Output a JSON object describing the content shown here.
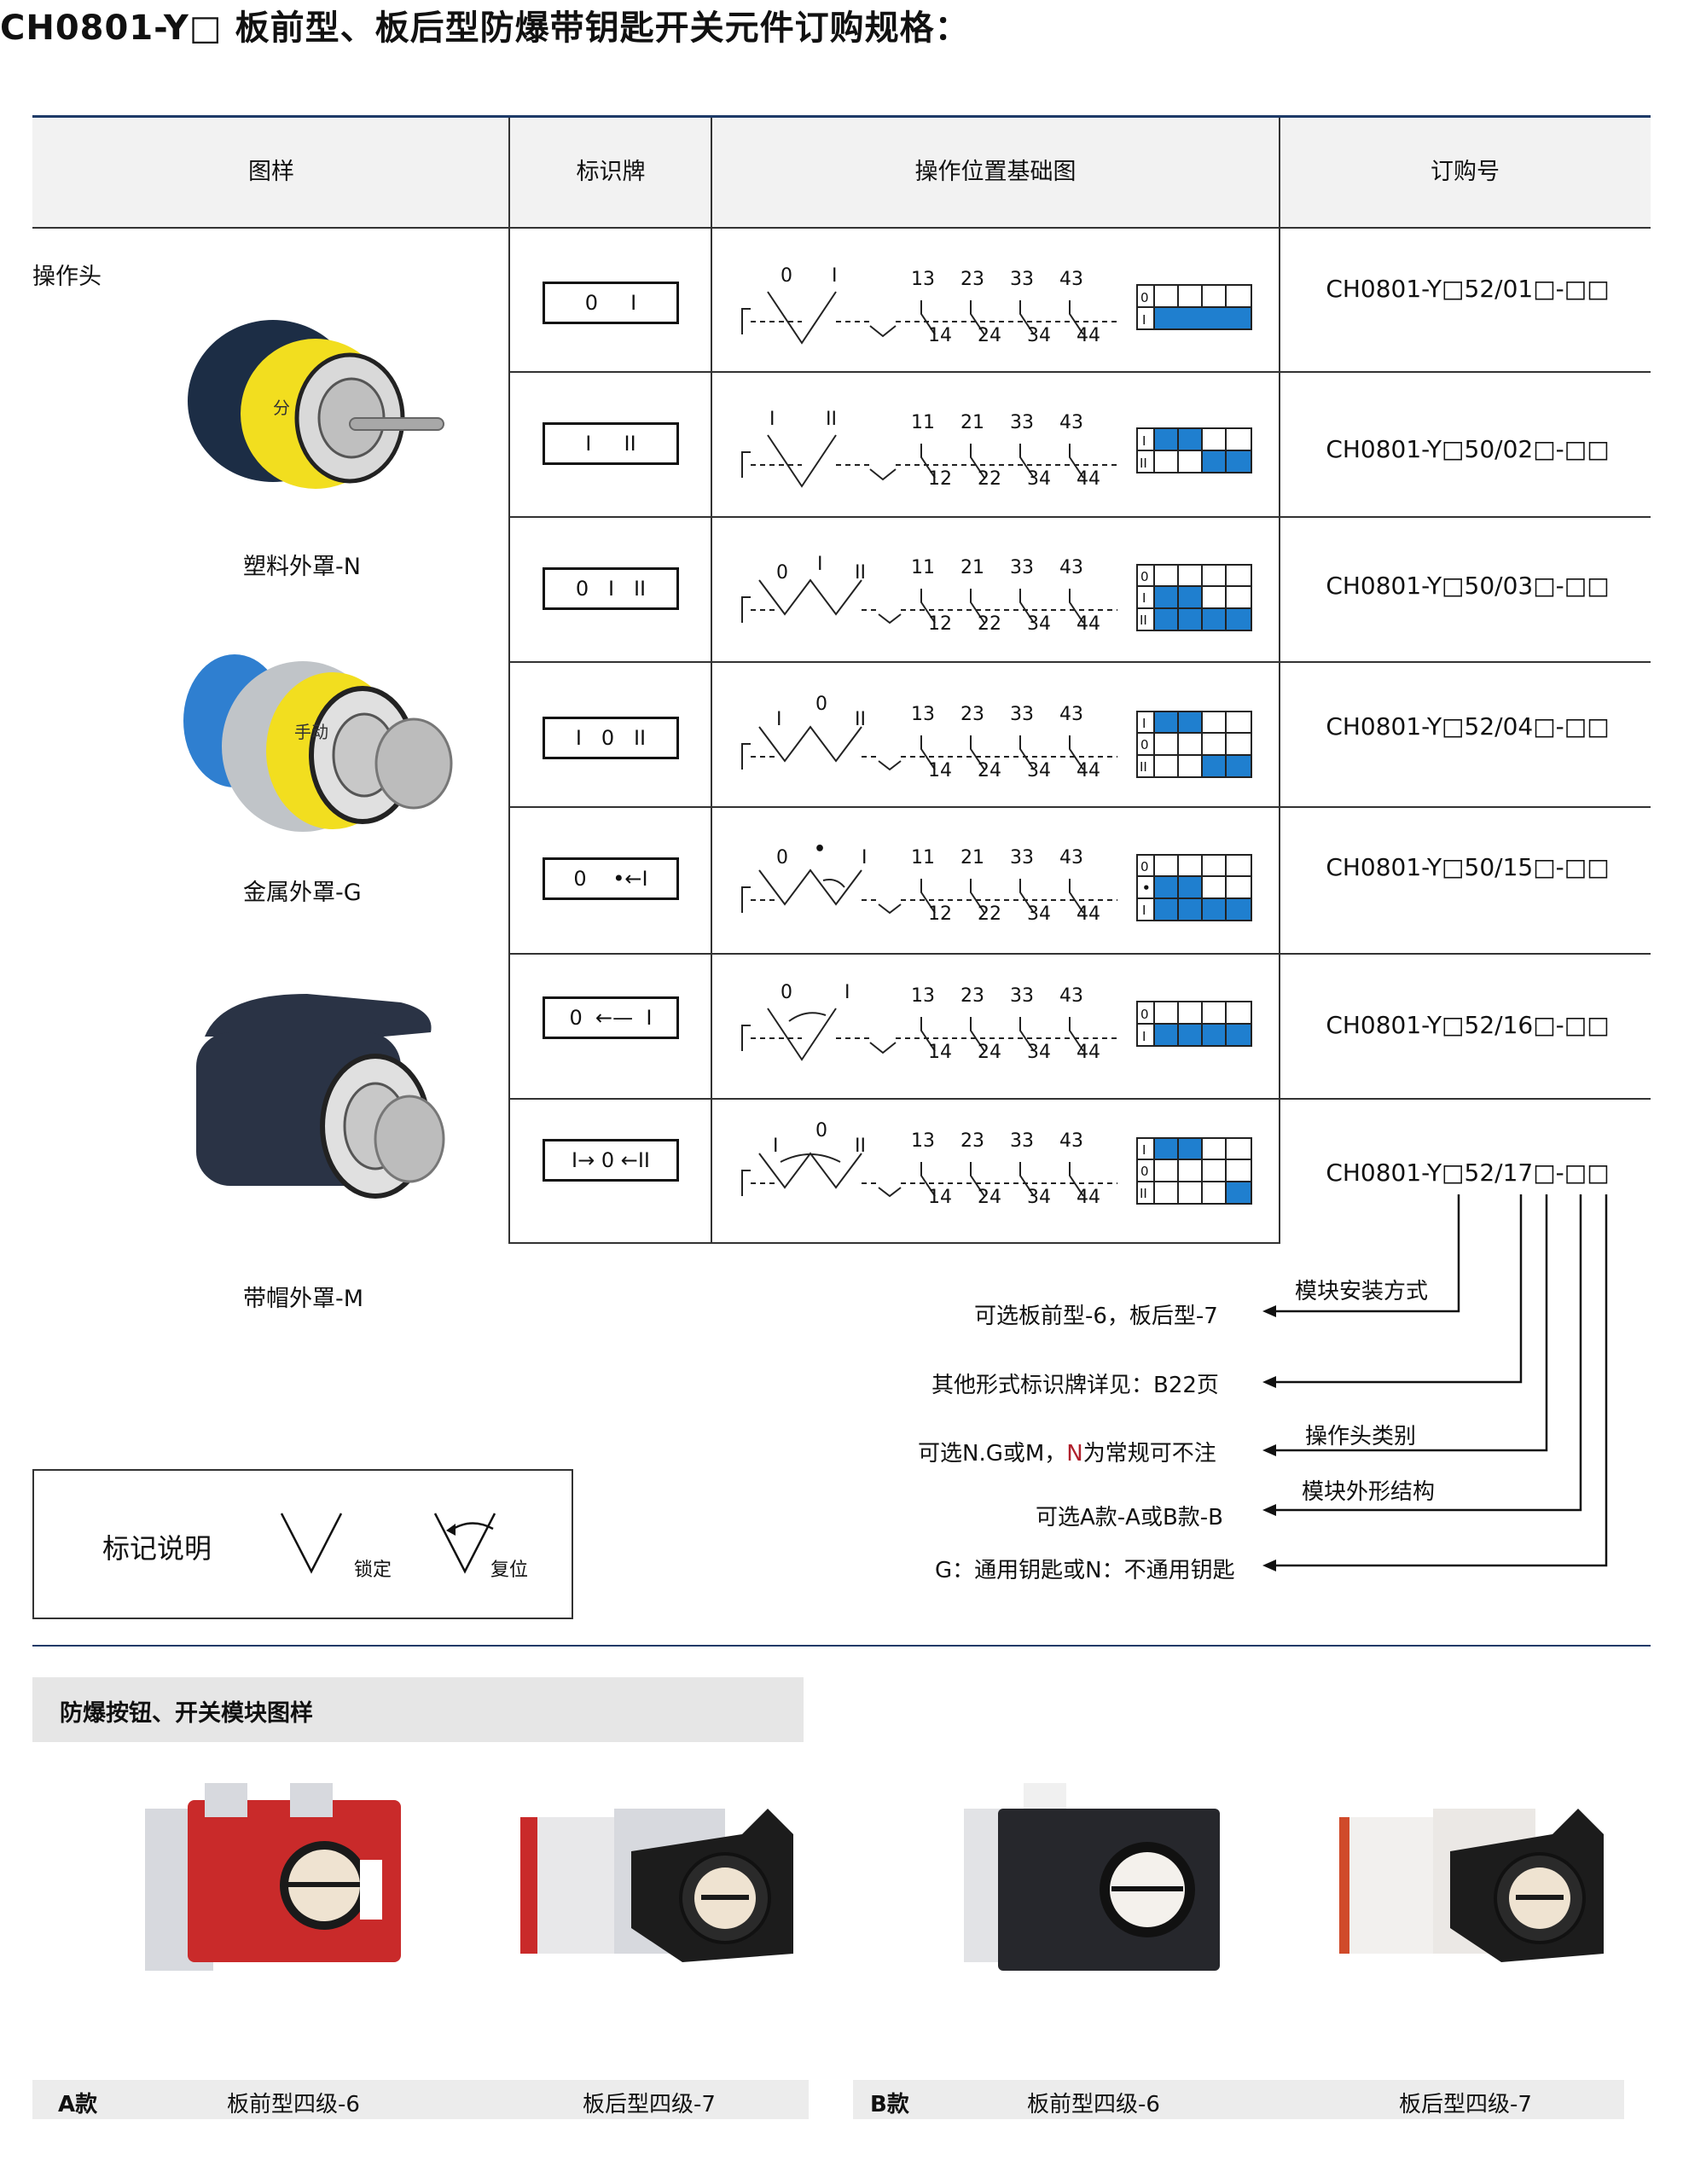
{
  "title": "CH0801-Y□ 板前型、板后型防爆带钥匙开关元件订购规格：",
  "table": {
    "headers": [
      "图样",
      "标识牌",
      "操作位置基础图",
      "订购号"
    ],
    "side_label": "操作头",
    "heads": [
      {
        "label": "塑料外罩-N",
        "ring_text": "分"
      },
      {
        "label": "金属外罩-G",
        "ring_text": "手动"
      },
      {
        "label": "带帽外罩-M"
      }
    ],
    "rows": [
      {
        "plate": "0     I",
        "positions": [
          "0",
          "I"
        ],
        "terms_top": [
          "13",
          "23",
          "33",
          "43"
        ],
        "terms_bot": [
          "14",
          "24",
          "34",
          "44"
        ],
        "grid_labels": [
          "0",
          "I"
        ],
        "order": "CH0801-Y□52/01□-□□"
      },
      {
        "plate": "I     II",
        "positions": [
          "I",
          "II"
        ],
        "terms_top": [
          "11",
          "21",
          "33",
          "43"
        ],
        "terms_bot": [
          "12",
          "22",
          "34",
          "44"
        ],
        "grid_labels": [
          "I",
          "II"
        ],
        "order": "CH0801-Y□50/02□-□□"
      },
      {
        "plate": "0   I   II",
        "positions": [
          "0",
          "I",
          "II"
        ],
        "terms_top": [
          "11",
          "21",
          "33",
          "43"
        ],
        "terms_bot": [
          "12",
          "22",
          "34",
          "44"
        ],
        "grid_labels": [
          "0",
          "I",
          "II"
        ],
        "order": "CH0801-Y□50/03□-□□"
      },
      {
        "plate": "I   0   II",
        "positions": [
          "I",
          "0",
          "II"
        ],
        "terms_top": [
          "13",
          "23",
          "33",
          "43"
        ],
        "terms_bot": [
          "14",
          "24",
          "34",
          "44"
        ],
        "grid_labels": [
          "I",
          "0",
          "II"
        ],
        "order": "CH0801-Y□52/04□-□□"
      },
      {
        "plate": "0    •←I",
        "positions": [
          "0",
          "•",
          "I"
        ],
        "terms_top": [
          "11",
          "21",
          "33",
          "43"
        ],
        "terms_bot": [
          "12",
          "22",
          "34",
          "44"
        ],
        "grid_labels": [
          "0",
          "•",
          "I"
        ],
        "order": "CH0801-Y□50/15□-□□"
      },
      {
        "plate": "0  ←—  I",
        "positions": [
          "0",
          "I"
        ],
        "terms_top": [
          "13",
          "23",
          "33",
          "43"
        ],
        "terms_bot": [
          "14",
          "24",
          "34",
          "44"
        ],
        "grid_labels": [
          "0",
          "I"
        ],
        "order": "CH0801-Y□52/16□-□□"
      },
      {
        "plate": "I→ 0 ←II",
        "positions": [
          "I",
          "0",
          "II"
        ],
        "terms_top": [
          "13",
          "23",
          "33",
          "43"
        ],
        "terms_bot": [
          "14",
          "24",
          "34",
          "44"
        ],
        "grid_labels": [
          "I",
          "0",
          "II"
        ],
        "order": "CH0801-Y□52/17□-□□"
      }
    ]
  },
  "annotations": {
    "mount_title": "模块安装方式",
    "mount_options": "可选板前型-6，板后型-7",
    "plate_ref": "其他形式标识牌详见：B22页",
    "head_title": "操作头类别",
    "head_options_a": "可选N.G或M，",
    "head_options_n": "N",
    "head_options_b": "为常规可不注",
    "shape_title": "模块外形结构",
    "shape_options": "可选A款-A或B款-B",
    "key_options": "G：通用钥匙或N：不通用钥匙"
  },
  "legend": {
    "title": "标记说明",
    "lock_label": "锁定",
    "reset_label": "复位"
  },
  "modules": {
    "section_title": "防爆按钮、开关模块图样",
    "a_label": "A款",
    "a_front": "板前型四级-6",
    "a_back": "板后型四级-7",
    "b_label": "B款",
    "b_front": "板前型四级-6",
    "b_back": "板后型四级-7"
  },
  "colors": {
    "header_line": "#1e3b68",
    "cell_blue": "#1f7fcf",
    "arrow_red": "#b0202c",
    "module_red": "#c92a2a"
  }
}
